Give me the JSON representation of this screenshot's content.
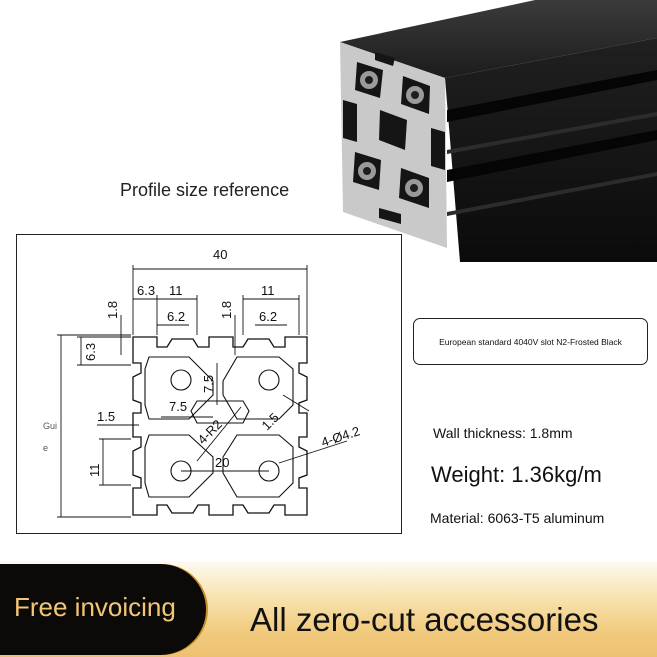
{
  "profile_caption": "Profile size reference",
  "drawing": {
    "width_total": "40",
    "dim_6_3_top": "6.3",
    "dim_11_left": "11",
    "dim_1_8_left": "1.8",
    "dim_1_8_mid": "1.8",
    "dim_11_right": "11",
    "dim_6_2_left": "6.2",
    "dim_6_2_right": "6.2",
    "dim_6_3_side": "6.3",
    "dim_7_5_vertical": "7.5",
    "dim_7_5_horizontal": "7.5",
    "dim_1_5_left": "1.5",
    "dim_1_5_diag": "1.5",
    "radius_label": "4-R2",
    "hole_label": "4-Ø4.2",
    "dim_20": "20",
    "dim_11_bottom": "11",
    "side_text_line1": "Gui",
    "side_text_line2": "e"
  },
  "spec_box": "European standard 4040V slot N2-Frosted Black",
  "wall_thickness": "Wall thickness: 1.8mm",
  "weight": "Weight: 1.36kg/m",
  "material": "Material: 6063-T5 aluminum",
  "banner": {
    "invoice": "Free invoicing",
    "accessories": "All zero-cut accessories"
  },
  "colors": {
    "profile_black": "#1a1a1a",
    "banner_gold": "#f1c97c",
    "invoice_text": "#f2c774"
  }
}
